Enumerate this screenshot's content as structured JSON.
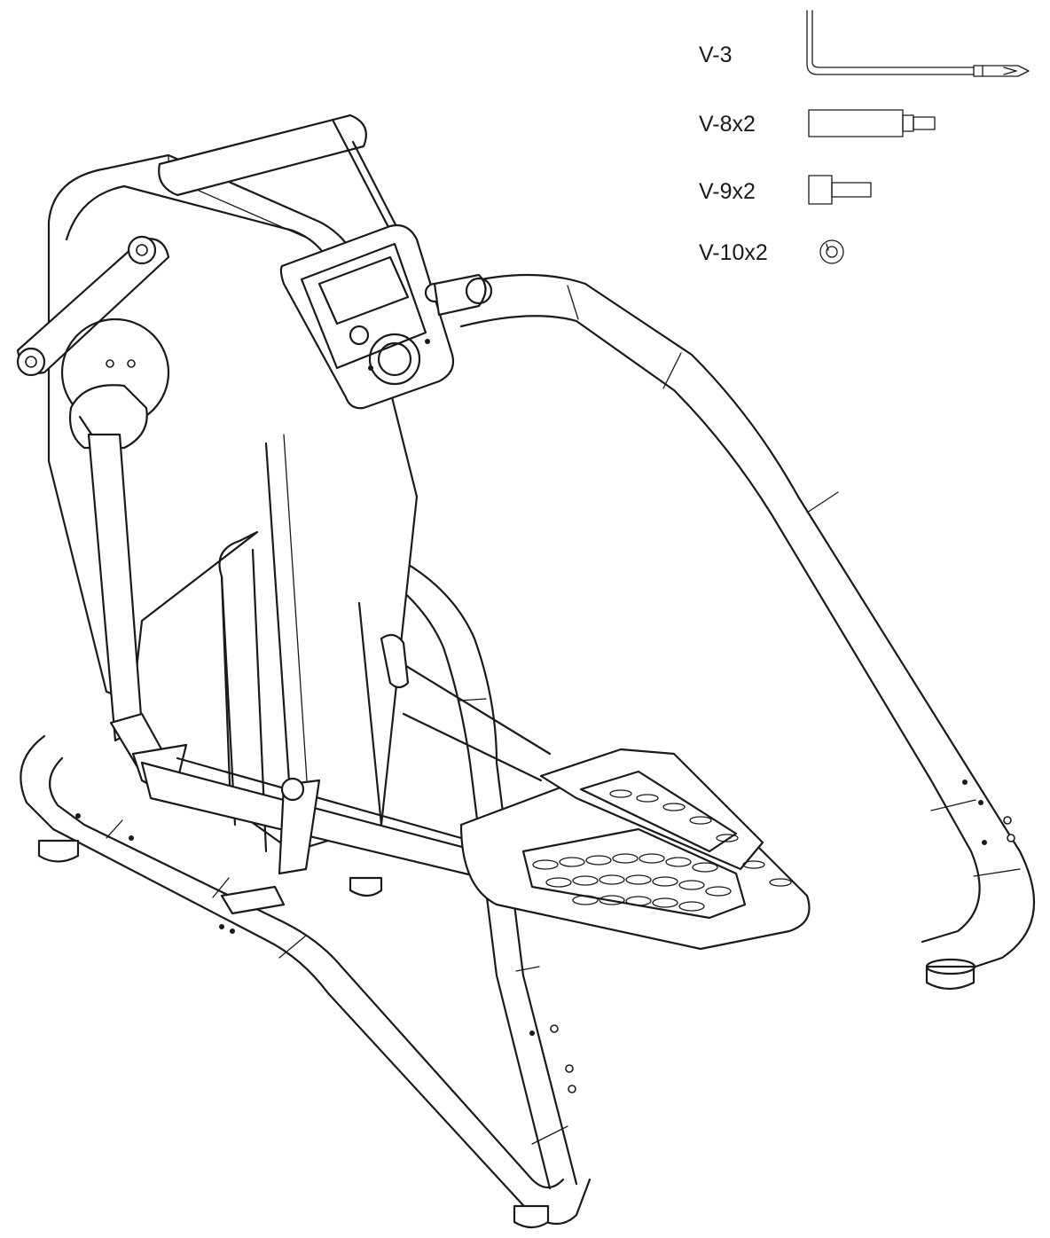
{
  "parts": [
    {
      "label": "V-3",
      "icon": "allen-wrench-screwdriver-icon"
    },
    {
      "label": "V-8x2",
      "icon": "axle-bolt-icon"
    },
    {
      "label": "V-9x2",
      "icon": "hex-bolt-icon"
    },
    {
      "label": "V-10x2",
      "icon": "spring-washer-icon"
    }
  ]
}
